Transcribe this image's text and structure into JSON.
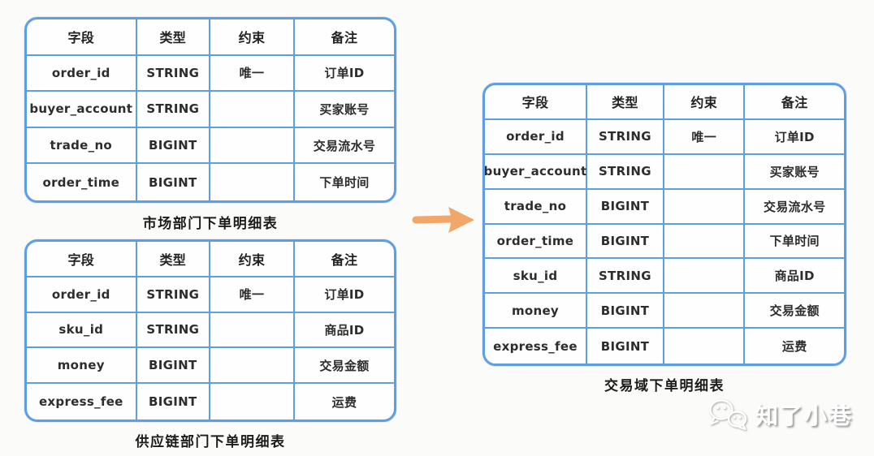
{
  "colors": {
    "table_border": "#5f9ee3",
    "arrow": "#f2a76a",
    "text": "#2d2d2d",
    "watermark": "#ffffff"
  },
  "tables": [
    {
      "id": "market",
      "caption": "市场部门下单明细表",
      "headers": [
        "字段",
        "类型",
        "约束",
        "备注"
      ],
      "rows": [
        [
          "order_id",
          "STRING",
          "唯一",
          "订单ID"
        ],
        [
          "buyer_account",
          "STRING",
          "",
          "买家账号"
        ],
        [
          "trade_no",
          "BIGINT",
          "",
          "交易流水号"
        ],
        [
          "order_time",
          "BIGINT",
          "",
          "下单时间"
        ]
      ]
    },
    {
      "id": "supply-chain",
      "caption": "供应链部门下单明细表",
      "headers": [
        "字段",
        "类型",
        "约束",
        "备注"
      ],
      "rows": [
        [
          "order_id",
          "STRING",
          "唯一",
          "订单ID"
        ],
        [
          "sku_id",
          "STRING",
          "",
          "商品ID"
        ],
        [
          "money",
          "BIGINT",
          "",
          "交易金额"
        ],
        [
          "express_fee",
          "BIGINT",
          "",
          "运费"
        ]
      ]
    },
    {
      "id": "trade-domain",
      "caption": "交易域下单明细表",
      "headers": [
        "字段",
        "类型",
        "约束",
        "备注"
      ],
      "rows": [
        [
          "order_id",
          "STRING",
          "唯一",
          "订单ID"
        ],
        [
          "buyer_account",
          "STRING",
          "",
          "买家账号"
        ],
        [
          "trade_no",
          "BIGINT",
          "",
          "交易流水号"
        ],
        [
          "order_time",
          "BIGINT",
          "",
          "下单时间"
        ],
        [
          "sku_id",
          "STRING",
          "",
          "商品ID"
        ],
        [
          "money",
          "BIGINT",
          "",
          "交易金额"
        ],
        [
          "express_fee",
          "BIGINT",
          "",
          "运费"
        ]
      ]
    }
  ],
  "watermark": {
    "text": "知了小巷"
  }
}
